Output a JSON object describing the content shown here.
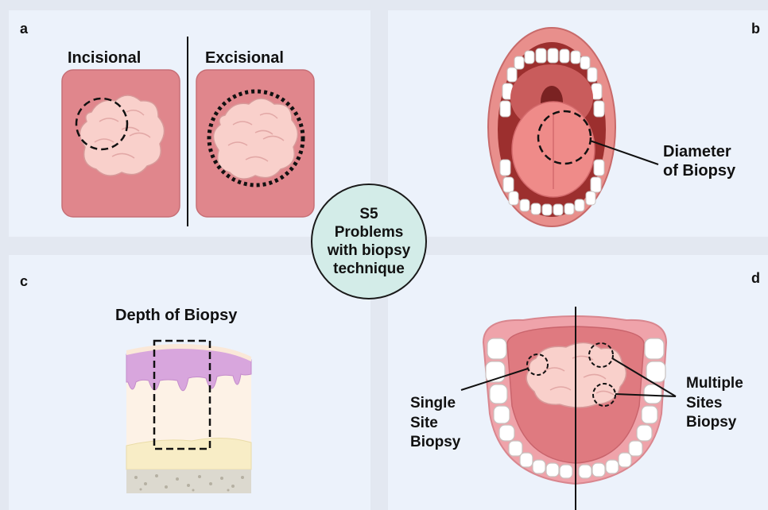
{
  "panels": {
    "a": {
      "label": "a",
      "left_caption": "Incisional",
      "right_caption": "Excisional"
    },
    "b": {
      "label": "b",
      "annotation": "Diameter\nof Biopsy"
    },
    "c": {
      "label": "c",
      "title": "Depth of Biopsy"
    },
    "d": {
      "label": "d",
      "left_annotation": "Single\nSite\nBiopsy",
      "right_annotation": "Multiple\nSites\nBiopsy"
    }
  },
  "center": {
    "line1": "S5",
    "line2": "Problems",
    "line3": "with biopsy",
    "line4": "technique"
  },
  "colors": {
    "panel_bg": "#ecf2fb",
    "badge_fill": "#d3ece8",
    "tissue": "#e0868c",
    "lesion": "#f9d0cb",
    "mucosa_purple": "#d8a6dd",
    "gum": "#efa3aa"
  }
}
